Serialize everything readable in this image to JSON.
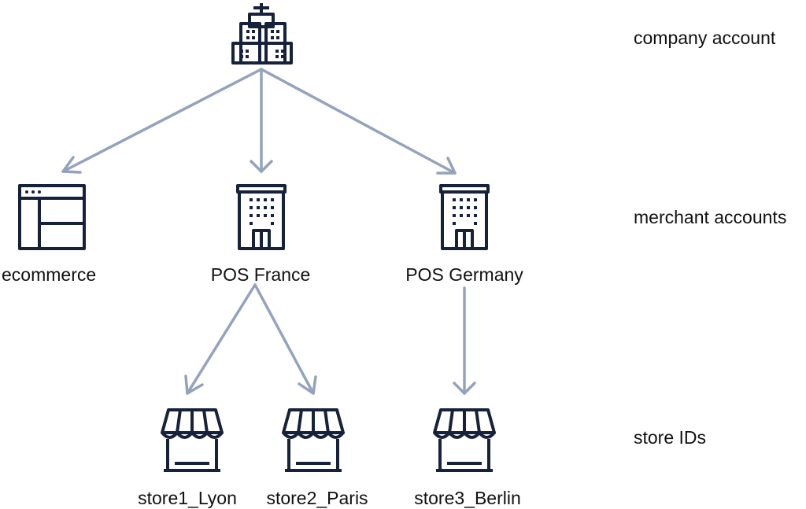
{
  "tiers": {
    "company": "company account",
    "merchant": "merchant accounts",
    "store": "store IDs"
  },
  "nodes": {
    "ecommerce": "ecommerce",
    "pos_france": "POS France",
    "pos_germany": "POS Germany",
    "store1": "store1_Lyon",
    "store2": "store2_Paris",
    "store3": "store3_Berlin"
  },
  "colors": {
    "icon": "#16213b",
    "arrow": "#94a3bd",
    "text": "#111111"
  },
  "icons": {
    "company": "skyscraper-icon",
    "ecommerce": "browser-window-icon",
    "merchant": "office-building-icon",
    "store": "storefront-awning-icon"
  }
}
